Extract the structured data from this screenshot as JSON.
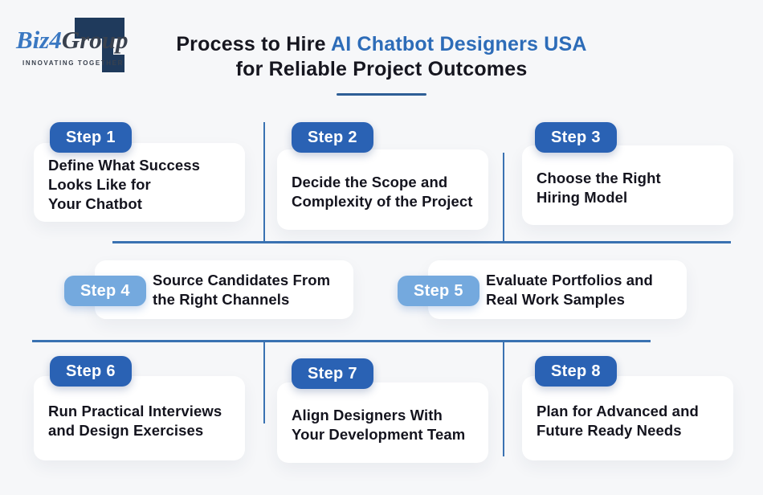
{
  "colors": {
    "page-bg": "#f6f7f9",
    "accent": "#2d6cb8",
    "badge-dark": "#2a62b4",
    "badge-light": "#74a9de",
    "line": "#3a72b2",
    "logo-navy": "#1f3a5c",
    "logo-blue": "#3a78c2"
  },
  "logo": {
    "name_first": "Biz",
    "name_num": "4",
    "name_last": "Group",
    "tagline": "INNOVATING TOGETHER"
  },
  "title": {
    "prefix": "Process to Hire ",
    "highlight": "AI Chatbot Designers USA",
    "line2": "for Reliable Project Outcomes"
  },
  "steps": [
    {
      "badge": "Step 1",
      "lines": [
        "Define What Success",
        "Looks Like for",
        "Your Chatbot"
      ]
    },
    {
      "badge": "Step 2",
      "lines": [
        "Decide the Scope and",
        "Complexity of the Project"
      ]
    },
    {
      "badge": "Step 3",
      "lines": [
        "Choose the Right",
        "Hiring Model"
      ]
    },
    {
      "badge": "Step 4",
      "lines": [
        "Source Candidates From",
        "the Right Channels"
      ]
    },
    {
      "badge": "Step 5",
      "lines": [
        "Evaluate Portfolios and",
        "Real Work Samples"
      ]
    },
    {
      "badge": "Step 6",
      "lines": [
        "Run Practical Interviews",
        "and Design Exercises"
      ]
    },
    {
      "badge": "Step 7",
      "lines": [
        "Align Designers With",
        "Your Development Team"
      ]
    },
    {
      "badge": "Step 8",
      "lines": [
        "Plan for Advanced and",
        "Future Ready Needs"
      ]
    }
  ]
}
